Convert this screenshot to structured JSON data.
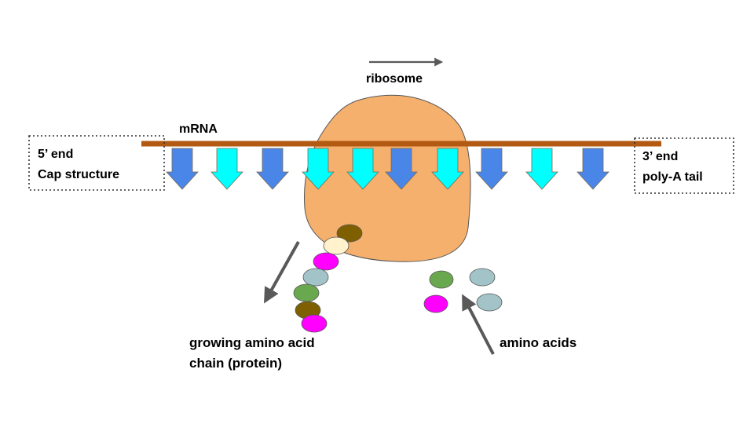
{
  "labels": {
    "ribosome": "ribosome",
    "mrna": "mRNA",
    "five_prime_line1": "5’ end",
    "five_prime_line2": "Cap structure",
    "three_prime_line1": "3’ end",
    "three_prime_line2": "poly-A tail",
    "chain_line1": "growing amino acid",
    "chain_line2": "chain (protein)",
    "amino_acids": "amino acids"
  },
  "colors": {
    "ribosome": "#f5b06e",
    "mrna": "#b35a12",
    "codon_blue": "#4a86e8",
    "codon_cyan": "#00ffff",
    "arrow_gray": "#595959",
    "aa_dark_olive": "#7f6000",
    "aa_cream": "#fff2cc",
    "aa_magenta": "#ff00ff",
    "aa_gray_blue": "#a2c4c9",
    "aa_green": "#6aa84f"
  },
  "codons": [
    "blue",
    "cyan",
    "blue",
    "cyan",
    "cyan",
    "blue",
    "cyan",
    "blue",
    "cyan",
    "blue"
  ],
  "chain_beads": [
    "dark_olive",
    "cream",
    "magenta",
    "gray_blue",
    "green",
    "dark_olive",
    "magenta"
  ],
  "free_amino_acids": [
    "green",
    "gray_blue",
    "magenta",
    "gray_blue"
  ]
}
